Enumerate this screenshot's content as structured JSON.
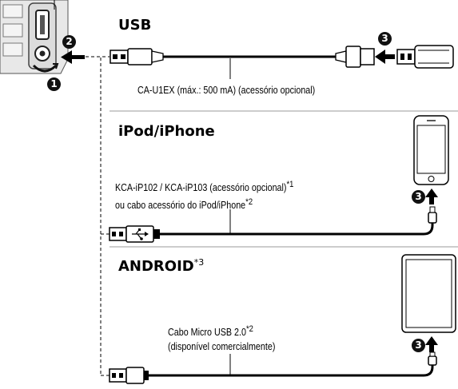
{
  "sections": {
    "usb": {
      "title": "USB",
      "cable": "CA-U1EX (máx.: 500 mA) (acessório opcional)"
    },
    "ipod": {
      "title": "iPod/iPhone",
      "cable_line1": "KCA-iP102 / KCA-iP103 (acessório opcional)",
      "cable_line1_note": "*1",
      "cable_line2": "ou cabo acessório do iPod/iPhone",
      "cable_line2_note": "*2"
    },
    "android": {
      "title": "ANDROID",
      "title_note": "*3",
      "cable_line1": "Cabo Micro USB 2.0",
      "cable_line1_note": "*2",
      "cable_line2": "(disponível comercialmente)"
    }
  },
  "steps": {
    "one": "1",
    "two": "2",
    "three": "3"
  },
  "colors": {
    "line": "#000000",
    "divider": "#999999",
    "panel": "#e6e6e6"
  }
}
